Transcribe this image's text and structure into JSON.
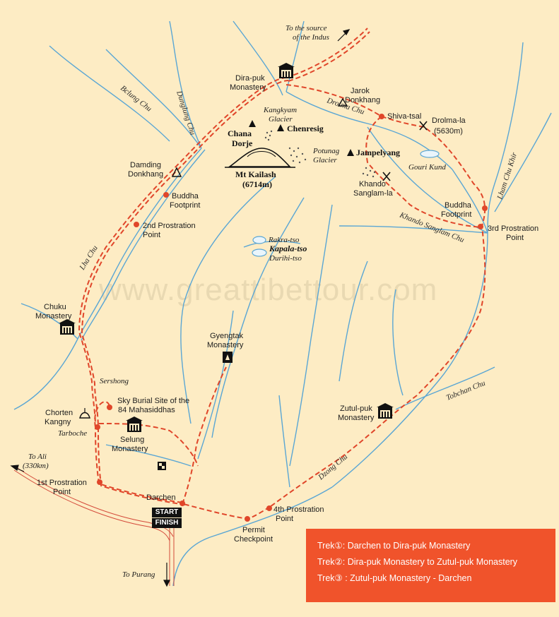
{
  "watermark": "www.greattibettour.com",
  "colors": {
    "background": "#fdecc4",
    "route": "#e0462a",
    "river": "#5aa6d4",
    "road": "#d44a3a",
    "legend_bg": "#f0532b"
  },
  "peak": {
    "name": "Mt Kailash",
    "elevation": "(6714m)"
  },
  "places": {
    "indus": [
      "To the source",
      "of the Indus"
    ],
    "dirapuk": [
      "Dira-puk",
      "Monastery"
    ],
    "jarok": [
      "Jarok",
      "Donkhang"
    ],
    "shivatsal": "Shiva-tsal",
    "drolmala": [
      "Drolma-la",
      "(5630m)"
    ],
    "kangkyam": [
      "Kangkyam",
      "Glacier"
    ],
    "chana": [
      "Chana",
      "Dorje"
    ],
    "chenresig": "Chenresig",
    "potunag": [
      "Potunag",
      "Glacier"
    ],
    "jampelyang": "Jampelyang",
    "gourikund": "Gouri Kund",
    "khando": [
      "Khando",
      "Sanglam-la"
    ],
    "damding": [
      "Damding",
      "Donkhang"
    ],
    "buddhafp1": [
      "Buddha",
      "Footprint"
    ],
    "prost2": [
      "2nd Prostration",
      "Point"
    ],
    "buddhafp2": [
      "Buddha",
      "Footprint"
    ],
    "prost3": [
      "3rd Prostration",
      "Point"
    ],
    "rakra": "Rakra-tso",
    "kapala": "Kapala-tso",
    "durihi": "Durihi-tso",
    "chuku": [
      "Chuku",
      "Monastery"
    ],
    "gyengtak": [
      "Gyengtak",
      "Monastery"
    ],
    "sershong": "Sershong",
    "skyburial": [
      "Sky Burial Site of the",
      "84 Mahasiddhas"
    ],
    "chorten": [
      "Chorten",
      "Kangny"
    ],
    "tarboche": "Tarboche",
    "selung": [
      "Selung",
      "Monastery"
    ],
    "zutulpuk": [
      "Zutul-puk",
      "Monastery"
    ],
    "toali": [
      "To Ali",
      "(330km)"
    ],
    "prost1": [
      "1st Prostration",
      "Point"
    ],
    "darchen": "Darchen",
    "prost4": [
      "4th Prostration",
      "Point"
    ],
    "permit": [
      "Permit",
      "Checkpoint"
    ],
    "topurang": "To Purang"
  },
  "rivers": {
    "bclung": "Bclung Chu",
    "dunglung": "Dunglung Chu",
    "drolma": "Drolma Chu",
    "lhachu": "Lha Chu",
    "lhamchu": "Lham Chu Khir",
    "khandochu": "Khando Sanglam Chu",
    "tobchan": "Tobchan Chu",
    "dzong": "Dzong Chu"
  },
  "badges": {
    "start": "START",
    "finish": "FINISH"
  },
  "legend": [
    "Trek①: Darchen to Dira-puk Monastery",
    "Trek②: Dira-puk Monastery to Zutul-puk Monastery",
    "Trek③ : Zutul-puk Monastery - Darchen"
  ]
}
